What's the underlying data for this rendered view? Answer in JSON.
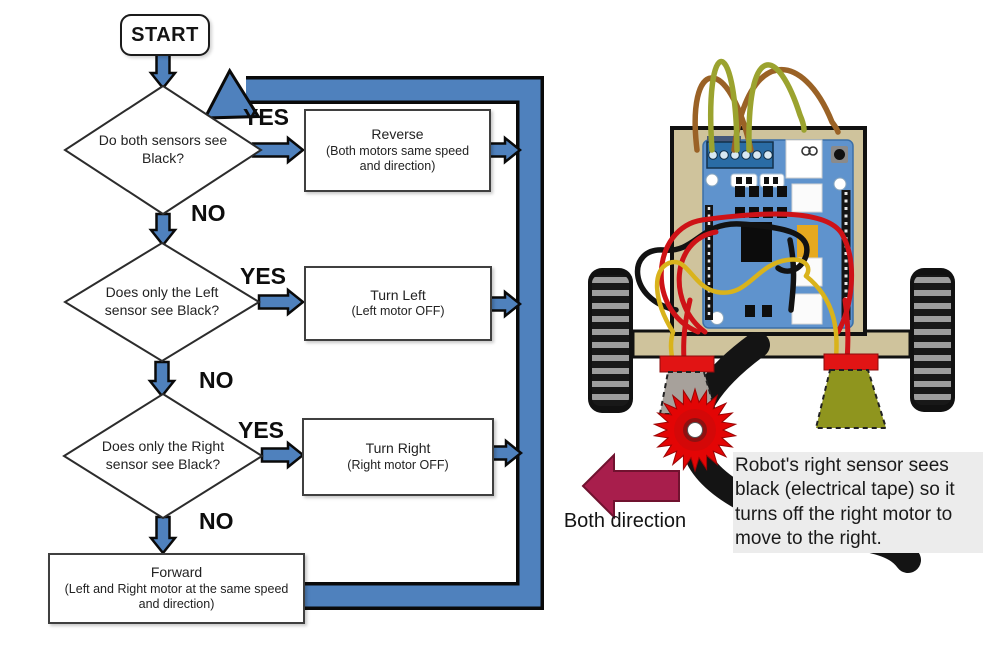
{
  "flowchart": {
    "start_label": "START",
    "decisions": [
      {
        "question_line1": "Do both sensors see",
        "question_line2": "Black?",
        "yes_label": "YES",
        "no_label": "NO"
      },
      {
        "question_line1": "Does only the Left",
        "question_line2": "sensor see Black?",
        "yes_label": "YES",
        "no_label": "NO"
      },
      {
        "question_line1": "Does only the Right",
        "question_line2": "sensor see Black?",
        "yes_label": "YES",
        "no_label": "NO"
      }
    ],
    "actions": [
      {
        "title": "Reverse",
        "detail_line1": "(Both motors same speed",
        "detail_line2": "and direction)"
      },
      {
        "title": "Turn Left",
        "detail_line1": "(Left motor OFF)"
      },
      {
        "title": "Turn Right",
        "detail_line1": "(Right motor OFF)"
      },
      {
        "title": "Forward",
        "detail_line1": "(Left and Right motor at the same speed",
        "detail_line2": "and direction)"
      }
    ],
    "colors": {
      "arrow_blue": "#4f81bd",
      "outline_black": "#0a0a0a"
    }
  },
  "annotation": {
    "direction_label": "Both direction",
    "direction_arrow_color": "#a81e4c",
    "caption_lines": [
      "Robot's right sensor sees",
      "black (electrical tape) so it",
      "turns off the right motor to",
      "move to the right."
    ]
  },
  "robot": {
    "colors": {
      "chassis_tan": "#cfc39c",
      "board_blue": "#5f93cd",
      "wheel_black": "#181818",
      "wheel_stripe_gray": "#9d9d9d",
      "wire_red": "#ce1217",
      "wire_yellow": "#d9b31c",
      "wire_olive": "#9ba32f",
      "wire_brown": "#9a6226",
      "sensor_mount_red": "#e11414",
      "left_sensor_gray": "#a7a19b",
      "right_sensor_olive": "#8f951e",
      "tape_black": "#141414"
    }
  }
}
